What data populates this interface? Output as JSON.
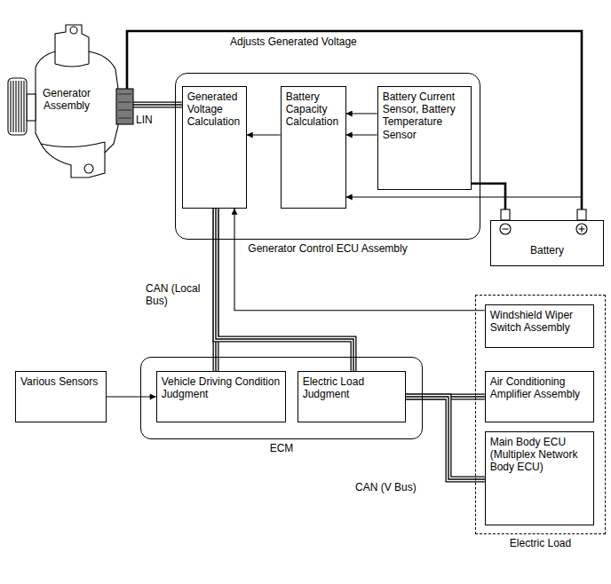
{
  "diagram": {
    "nodes": [
      {
        "text": [
          "Generator Assembly"
        ]
      },
      {
        "text": [
          "Generator Control ECU Assembly"
        ]
      },
      {
        "text": [
          "Generated Voltage Calculation"
        ],
        "in": 1
      },
      {
        "text": [
          "Battery Capacity Calculation"
        ],
        "in": 1
      },
      {
        "text": [
          "Battery Current Sensor, Battery Temperature Sensor"
        ],
        "in": 1
      },
      {
        "text": [
          "Battery"
        ]
      },
      {
        "text": [
          "Electric Load"
        ]
      },
      {
        "text": [
          "Windshield Wiper Switch Assembly"
        ],
        "in": 6
      },
      {
        "text": [
          "Air Conditioning Amplifier Assembly"
        ],
        "in": 6
      },
      {
        "text": [
          "Main Body ECU (Multiplex Network Body ECU)"
        ],
        "in": 6
      },
      {
        "text": [
          "Various Sensors"
        ]
      },
      {
        "text": [
          "ECM"
        ]
      },
      {
        "text": [
          "Vehicle Driving Condition Judgment"
        ],
        "in": 11
      },
      {
        "text": [
          "Electric Load Judgment"
        ],
        "in": 11
      }
    ],
    "edges": [
      {
        "from": 0,
        "to": 5,
        "label": "Adjusts Generated Voltage",
        "arrow": "none"
      },
      {
        "from": 0,
        "to": 2,
        "label": "LIN",
        "arrow": "none"
      },
      {
        "from": 3,
        "to": 2,
        "arrow": "to"
      },
      {
        "from": 4,
        "to": 3,
        "arrow": "to"
      },
      {
        "from": 4,
        "to": 3,
        "arrow": "to"
      },
      {
        "from": 5,
        "to": 4,
        "arrow": "none"
      },
      {
        "from": 5,
        "to": 3,
        "arrow": "to"
      },
      {
        "from": 2,
        "to": 12,
        "label": "CAN (Local Bus)",
        "arrow": "none"
      },
      {
        "from": 2,
        "to": 13,
        "arrow": "none"
      },
      {
        "from": 7,
        "to": 2,
        "arrow": "to"
      },
      {
        "from": 10,
        "to": 12,
        "arrow": "to"
      },
      {
        "from": 13,
        "to": 8,
        "arrow": "none"
      },
      {
        "from": 13,
        "to": 9,
        "label": "CAN (V Bus)",
        "arrow": "none"
      }
    ]
  }
}
